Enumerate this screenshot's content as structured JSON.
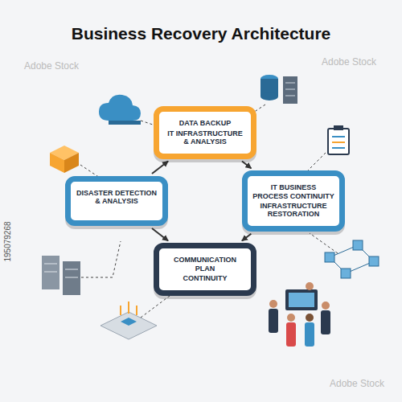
{
  "diagram": {
    "title": "Business Recovery Architecture",
    "nodes": [
      {
        "text": [
          "DATA BACKUP",
          "IT INFRASTRUCTURE & ANALYSIS"
        ]
      },
      {
        "text": [
          "DISASTER DETECTION & ANALYSIS"
        ]
      },
      {
        "text": [
          "IT BUSINESS PROCESS CONTINUITY",
          "INFRASTRUCTURE RESTORATION"
        ]
      },
      {
        "text": [
          "COMMUNICATION PLAN",
          "CONTINUITY"
        ]
      }
    ],
    "edges": [
      {
        "from": 1,
        "to": 0,
        "arrow": "to"
      },
      {
        "from": 0,
        "to": 2,
        "arrow": "to"
      },
      {
        "from": 1,
        "to": 3,
        "arrow": "to"
      },
      {
        "from": 2,
        "to": 3,
        "arrow": "to"
      }
    ],
    "labels": [
      "195079268",
      "Adobe Stock",
      "Adobe Stock",
      "Adobe Stock"
    ]
  }
}
